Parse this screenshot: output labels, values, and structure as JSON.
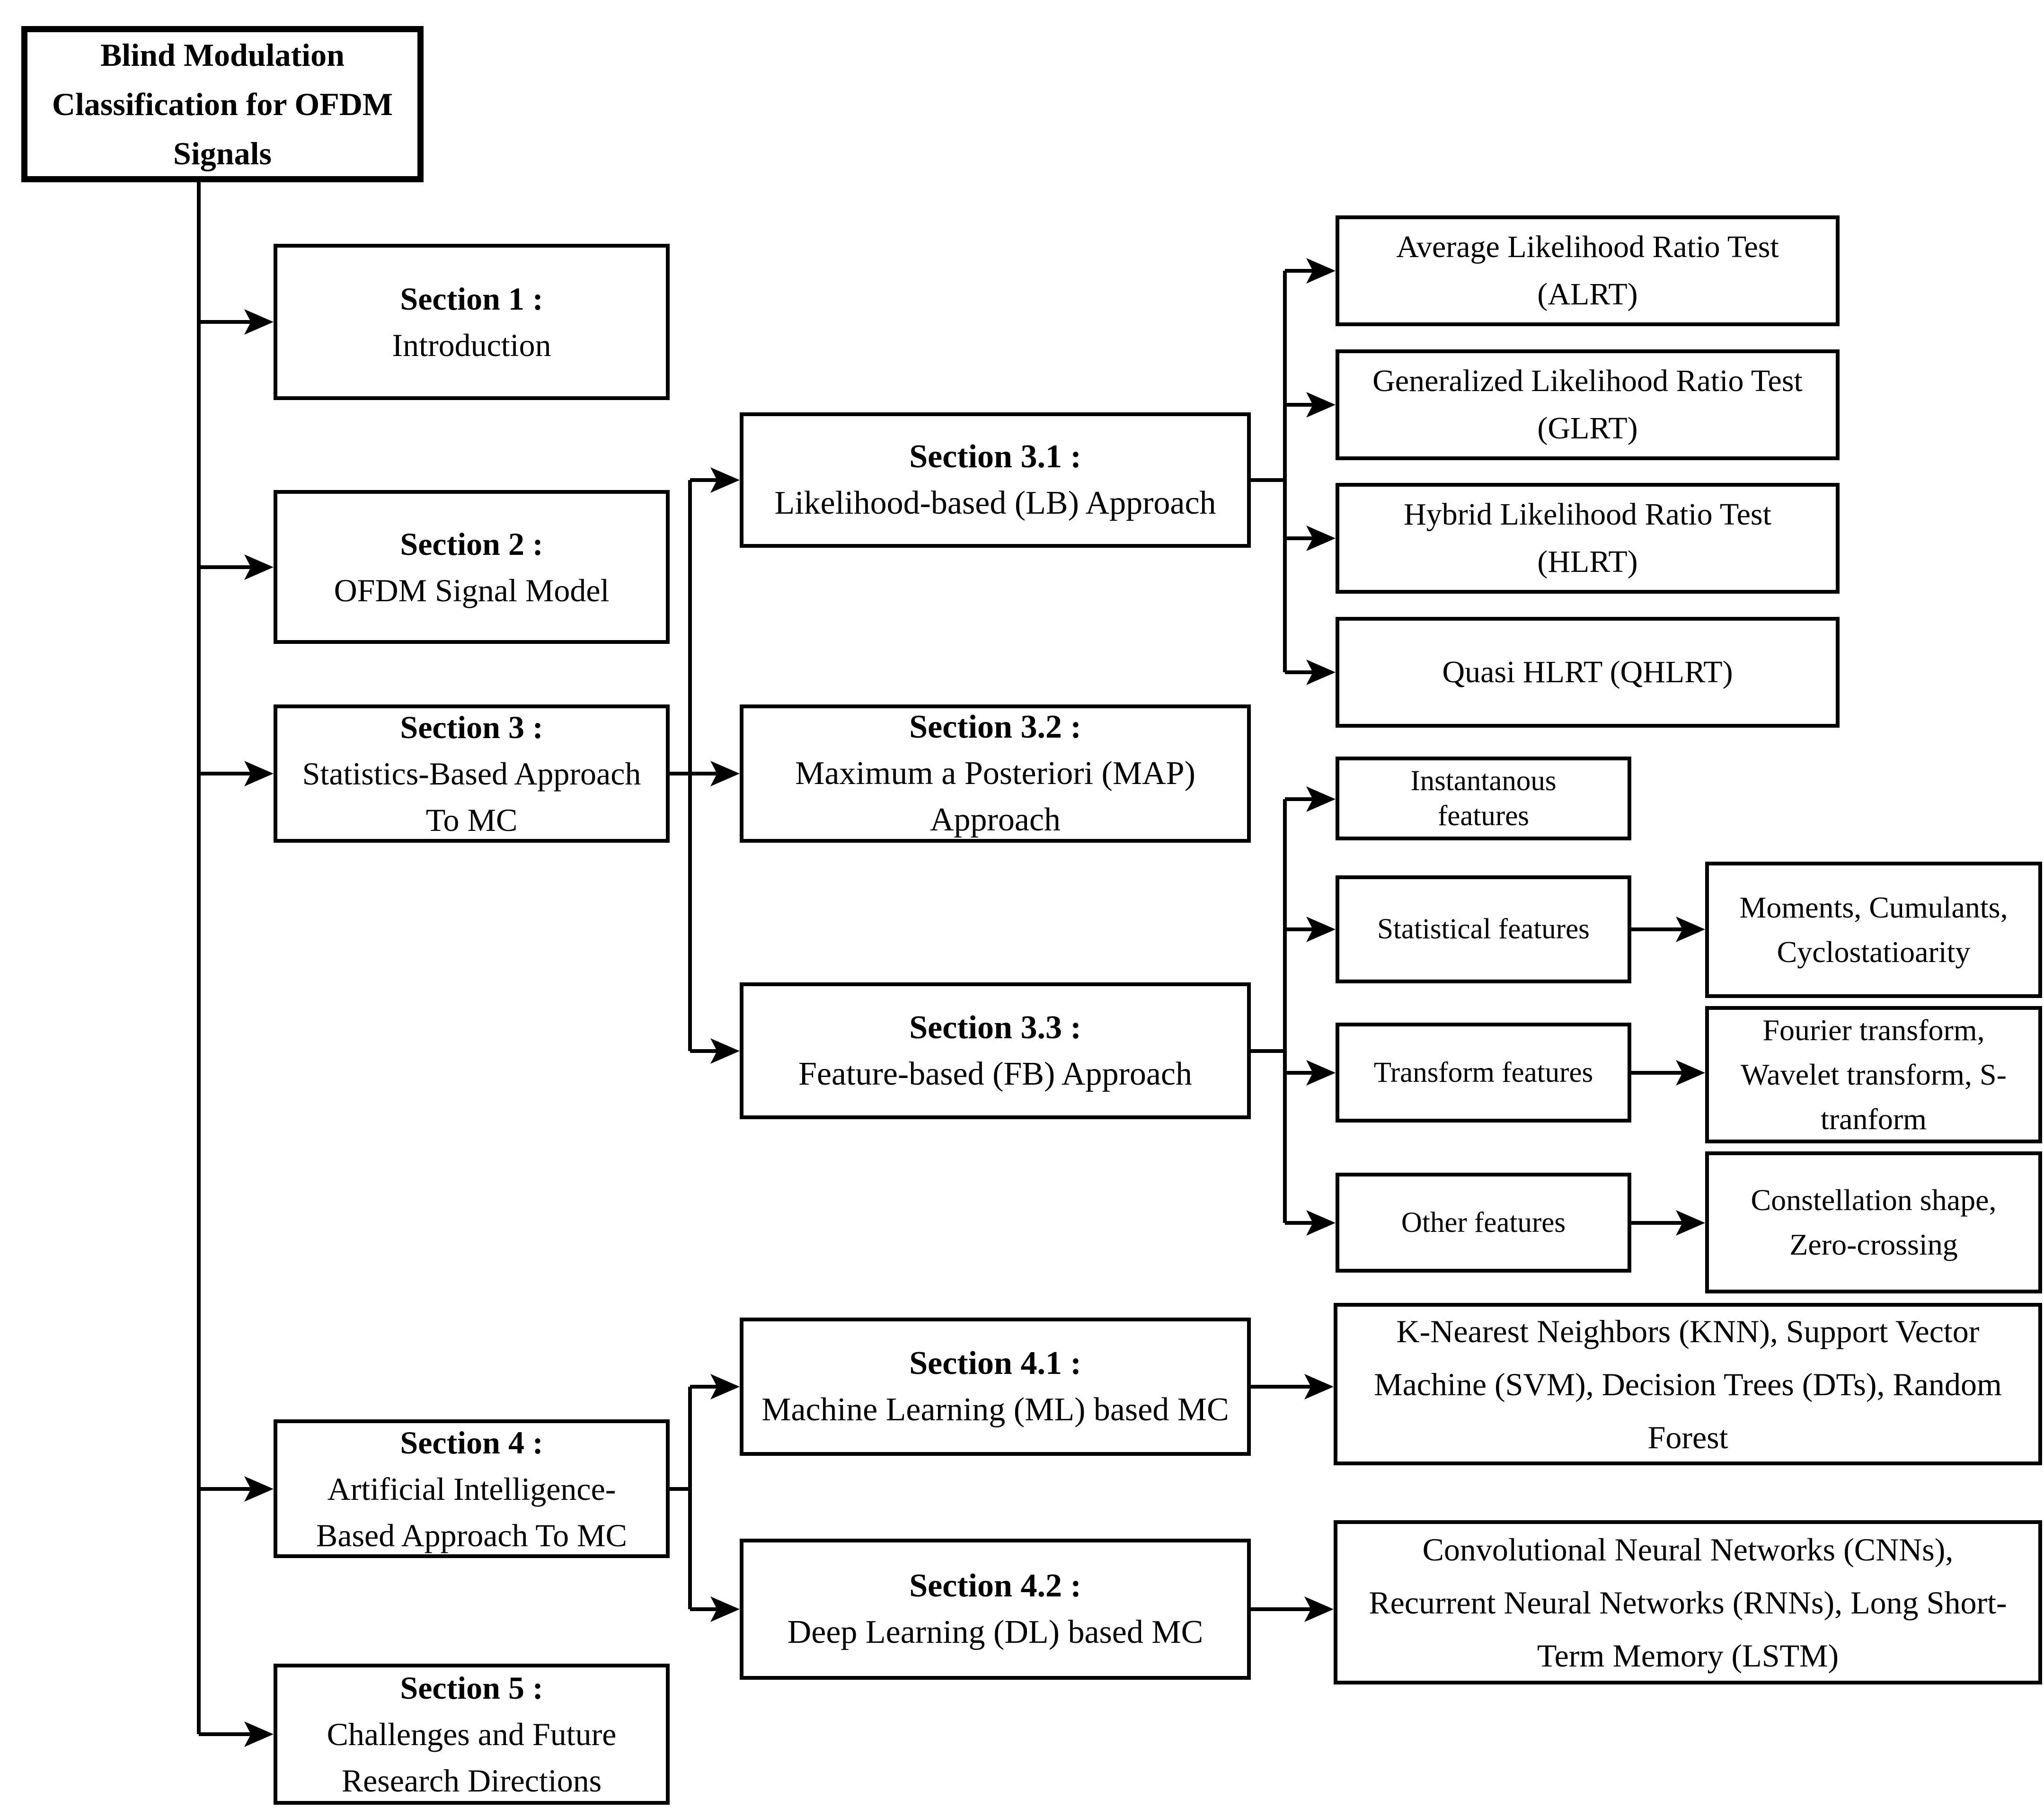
{
  "figure_title": "Blind Modulation Classification for OFDM Signals",
  "colors": {
    "ink": "#000000",
    "paper": "#ffffff"
  },
  "nodes": {
    "root": {
      "lines": [
        "Blind Modulation",
        "Classification for OFDM",
        "Signals"
      ]
    },
    "s1": {
      "head": "Section 1 :",
      "lines": [
        "Introduction"
      ]
    },
    "s2": {
      "head": "Section 2 :",
      "lines": [
        "OFDM Signal Model"
      ]
    },
    "s3": {
      "head": "Section 3 :",
      "lines": [
        "Statistics-Based Approach",
        "To MC"
      ]
    },
    "s4": {
      "head": "Section 4 :",
      "lines": [
        "Artificial Intelligence-",
        "Based Approach To MC"
      ]
    },
    "s5": {
      "head": "Section 5 :",
      "lines": [
        "Challenges and Future",
        "Research Directions"
      ]
    },
    "s31": {
      "head": "Section 3.1 :",
      "lines": [
        "Likelihood-based (LB) Approach"
      ]
    },
    "s32": {
      "head": "Section 3.2 :",
      "lines": [
        "Maximum a Posteriori (MAP)",
        "Approach"
      ]
    },
    "s33": {
      "head": "Section 3.3 :",
      "lines": [
        "Feature-based (FB) Approach"
      ]
    },
    "s41": {
      "head": "Section 4.1 :",
      "lines": [
        "Machine Learning (ML) based MC"
      ]
    },
    "s42": {
      "head": "Section 4.2 :",
      "lines": [
        "Deep Learning (DL) based MC"
      ]
    },
    "alrt": {
      "lines": [
        "Average Likelihood Ratio Test",
        "(ALRT)"
      ]
    },
    "glrt": {
      "lines": [
        "Generalized Likelihood Ratio Test",
        "(GLRT)"
      ]
    },
    "hlrt": {
      "lines": [
        "Hybrid Likelihood Ratio Test",
        "(HLRT)"
      ]
    },
    "qhlrt": {
      "lines": [
        "Quasi HLRT (QHLRT)"
      ]
    },
    "inst": {
      "lines": [
        "Instantanous",
        "features"
      ]
    },
    "stat": {
      "lines": [
        "Statistical features"
      ]
    },
    "trans": {
      "lines": [
        "Transform features"
      ]
    },
    "other": {
      "lines": [
        "Other features"
      ]
    },
    "moments": {
      "lines": [
        "Moments, Cumulants,",
        "Cyclostatioarity"
      ]
    },
    "fourier": {
      "lines": [
        "Fourier transform,",
        "Wavelet transform, S-",
        "tranform"
      ]
    },
    "constel": {
      "lines": [
        "Constellation shape,",
        "Zero-crossing"
      ]
    },
    "knn": {
      "lines": [
        "K-Nearest Neighbors (KNN), Support Vector",
        "Machine (SVM), Decision Trees (DTs), Random",
        "Forest"
      ]
    },
    "cnn": {
      "lines": [
        "Convolutional Neural Networks (CNNs),",
        "Recurrent Neural Networks (RNNs), Long Short-",
        "Term Memory (LSTM)"
      ]
    }
  }
}
